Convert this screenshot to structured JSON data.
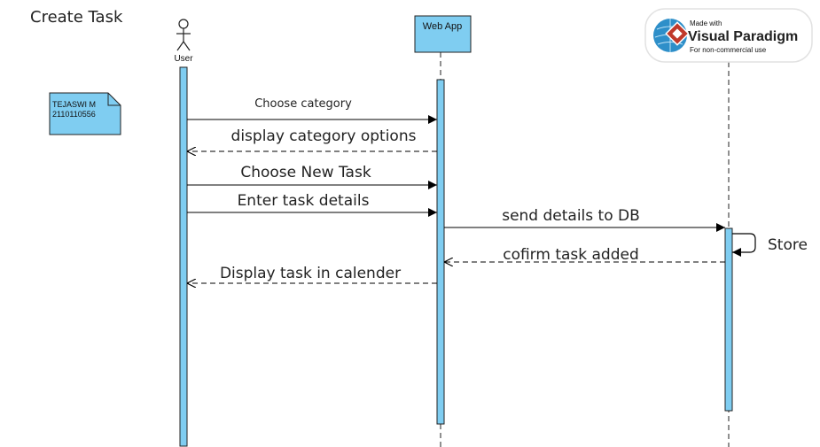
{
  "title": "Create Task",
  "actor": {
    "label": "User"
  },
  "lifelines": {
    "webapp": "Web App"
  },
  "note": {
    "line1": "TEJASWI M",
    "line2": "2110110556"
  },
  "messages": {
    "m1": "Choose category",
    "m2": "display category options",
    "m3": "Choose New Task",
    "m4": "Enter task details",
    "m5": "send details to DB",
    "m6": "Store",
    "m7": "cofirm task added",
    "m8": "Display task in calender"
  },
  "watermark": {
    "made_with": "Made with",
    "brand": "Visual Paradigm",
    "subtitle": "For non-commercial use"
  },
  "colors": {
    "activation": "#7fcdf1",
    "stroke": "#1a1a1a"
  }
}
